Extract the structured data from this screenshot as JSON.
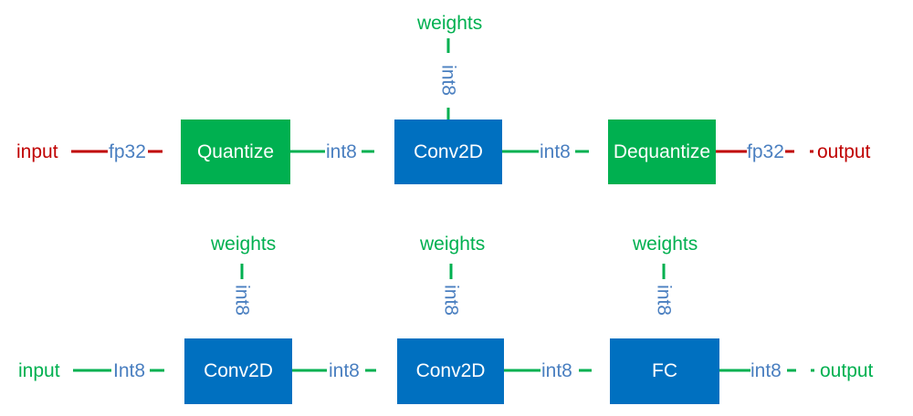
{
  "colors": {
    "green": "#00b050",
    "blue_box": "#0070c0",
    "red": "#c00000",
    "dtype_blue": "#4a7fc0"
  },
  "row1": {
    "input_label": "input",
    "output_label": "output",
    "weights_label": "weights",
    "weights_dtype": "int8",
    "boxes": [
      "Quantize",
      "Conv2D",
      "Dequantize"
    ],
    "edge_labels": [
      "fp32",
      "int8",
      "int8",
      "fp32"
    ]
  },
  "row2": {
    "input_label": "input",
    "output_label": "output",
    "weights_labels": [
      "weights",
      "weights",
      "weights"
    ],
    "weights_dtypes": [
      "int8",
      "int8",
      "int8"
    ],
    "boxes": [
      "Conv2D",
      "Conv2D",
      "FC"
    ],
    "edge_labels": [
      "Int8",
      "int8",
      "int8",
      "int8"
    ]
  }
}
